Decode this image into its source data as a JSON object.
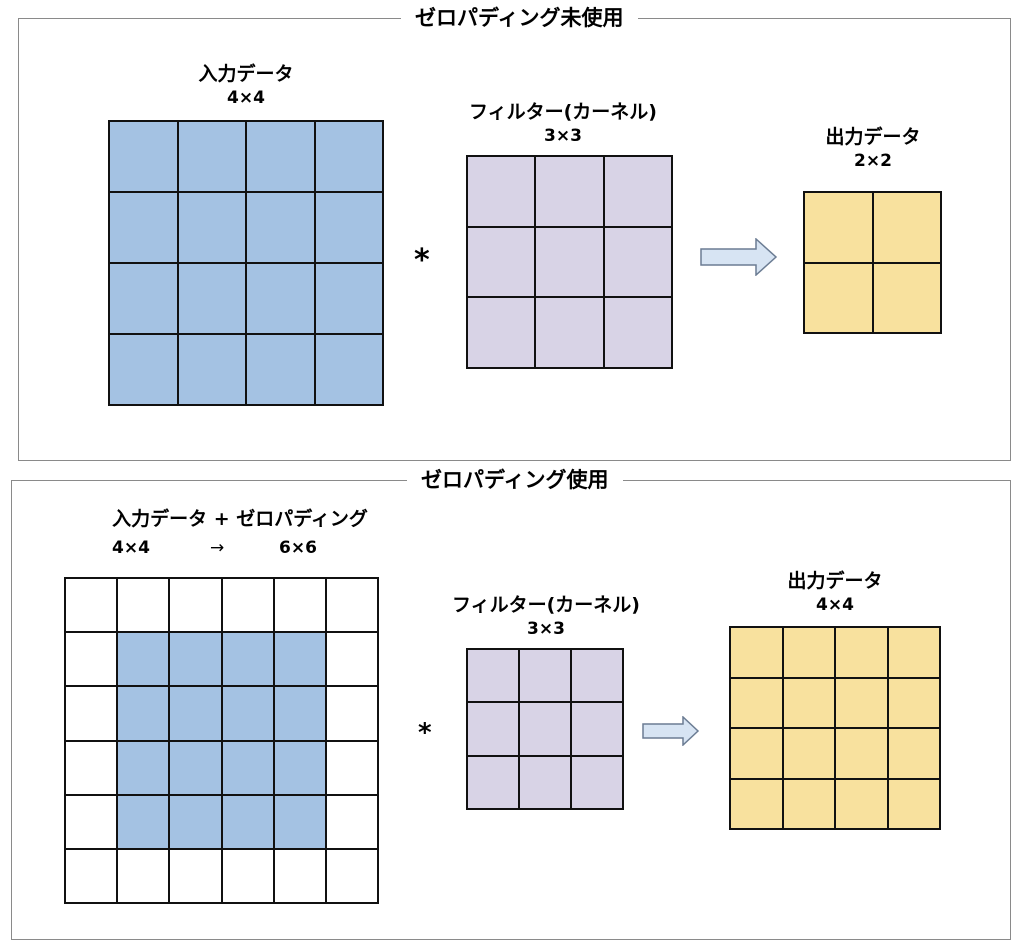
{
  "colors": {
    "input": "#a4c2e3",
    "filter": "#d8d3e6",
    "output": "#f8e19e",
    "pad": "#ffffff",
    "arrow_fill": "#d7e4f3",
    "arrow_stroke": "#6b7c93"
  },
  "top_panel": {
    "title": "ゼロパディング未使用",
    "input": {
      "label": "入力データ",
      "size": "4×4",
      "rows": 4,
      "cols": 4
    },
    "operator": "*",
    "filter": {
      "label": "フィルター(カーネル)",
      "size": "3×3",
      "rows": 3,
      "cols": 3
    },
    "output": {
      "label": "出力データ",
      "size": "2×2",
      "rows": 2,
      "cols": 2
    }
  },
  "bottom_panel": {
    "title": "ゼロパディング使用",
    "input": {
      "label": "入力データ + ゼロパディング",
      "size_from": "4×4",
      "size_arrow": "→",
      "size_to": "6×6",
      "rows": 6,
      "cols": 6,
      "padding": 1
    },
    "operator": "*",
    "filter": {
      "label": "フィルター(カーネル)",
      "size": "3×3",
      "rows": 3,
      "cols": 3
    },
    "output": {
      "label": "出力データ",
      "size": "4×4",
      "rows": 4,
      "cols": 4
    }
  }
}
